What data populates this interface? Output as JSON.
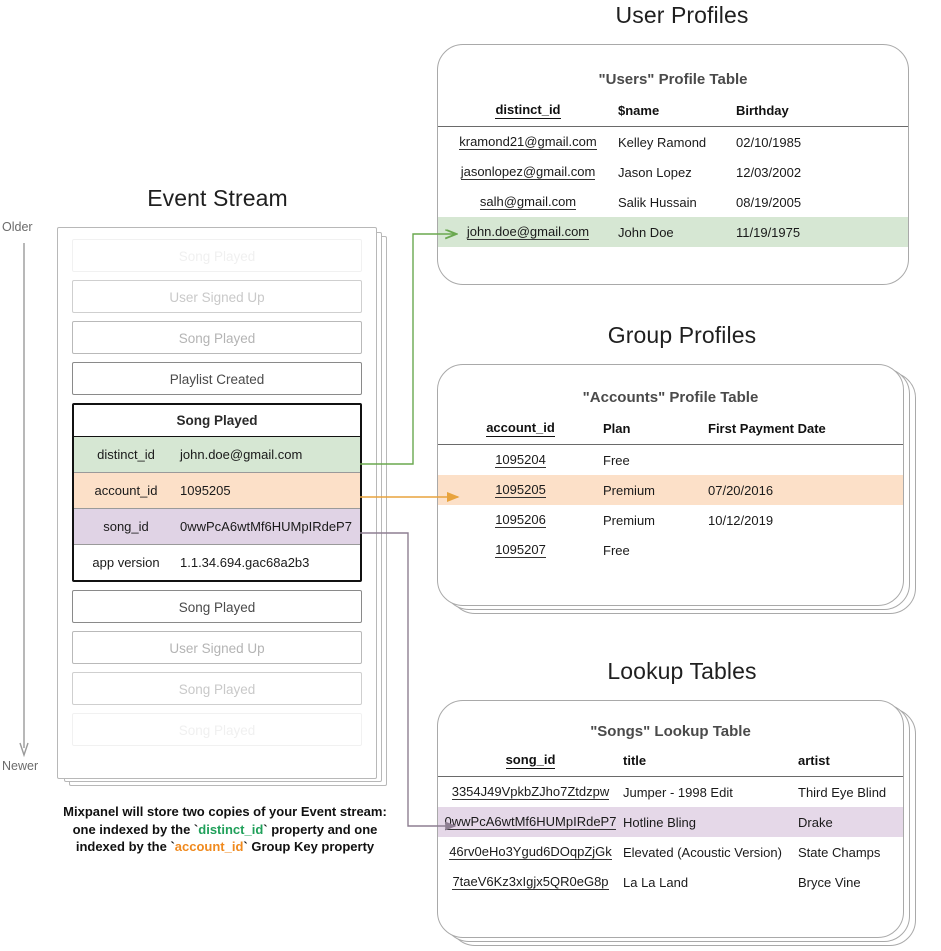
{
  "sections": {
    "event_stream": {
      "title": "Event Stream",
      "older_label": "Older",
      "newer_label": "Newer",
      "caption_line1": "Mixpanel will store two copies of your Event stream:",
      "caption_line2_a": "one indexed by the `",
      "caption_line2_token": "distinct_id",
      "caption_line2_b": "` property and one",
      "caption_line3_a": "indexed by the `",
      "caption_line3_token": "account_id",
      "caption_line3_b": "` Group Key property",
      "events_above": [
        {
          "label": "Song Played",
          "fade": "ev-faint-1"
        },
        {
          "label": "User Signed Up",
          "fade": "ev-faint-2"
        },
        {
          "label": "Song Played",
          "fade": "ev-faint-3"
        },
        {
          "label": "Playlist Created",
          "fade": "ev-normal"
        }
      ],
      "expanded_event": {
        "name": "Song Played",
        "properties": [
          {
            "key": "distinct_id",
            "value": "john.doe@gmail.com",
            "highlight": "row-green"
          },
          {
            "key": "account_id",
            "value": "1095205",
            "highlight": "row-orange"
          },
          {
            "key": "song_id",
            "value": "0wwPcA6wtMf6HUMpIRdeP7",
            "highlight": "row-purple"
          },
          {
            "key": "app version",
            "value": "1.1.34.694.gac68a2b3",
            "highlight": "row-plain"
          }
        ]
      },
      "events_below": [
        {
          "label": "Song Played",
          "fade": "ev-normal"
        },
        {
          "label": "User Signed Up",
          "fade": "ev-faint-3"
        },
        {
          "label": "Song Played",
          "fade": "ev-faint-2"
        },
        {
          "label": "Song Played",
          "fade": "ev-faint-1"
        }
      ]
    },
    "user_profiles": {
      "title": "User Profiles",
      "table_title": "\"Users\" Profile Table",
      "columns": [
        "distinct_id",
        "$name",
        "Birthday"
      ],
      "rows": [
        {
          "cells": [
            "kramond21@gmail.com",
            "Kelley Ramond",
            "02/10/1985"
          ],
          "highlight": ""
        },
        {
          "cells": [
            "jasonlopez@gmail.com",
            "Jason Lopez",
            "12/03/2002"
          ],
          "highlight": ""
        },
        {
          "cells": [
            "salh@gmail.com",
            "Salik Hussain",
            "08/19/2005"
          ],
          "highlight": ""
        },
        {
          "cells": [
            "john.doe@gmail.com",
            "John Doe",
            "11/19/1975"
          ],
          "highlight": "hl-green"
        }
      ]
    },
    "group_profiles": {
      "title": "Group Profiles",
      "table_title": "\"Accounts\" Profile Table",
      "columns": [
        "account_id",
        "Plan",
        "First Payment Date"
      ],
      "rows": [
        {
          "cells": [
            "1095204",
            "Free",
            ""
          ],
          "highlight": ""
        },
        {
          "cells": [
            "1095205",
            "Premium",
            "07/20/2016"
          ],
          "highlight": "hl-orange"
        },
        {
          "cells": [
            "1095206",
            "Premium",
            "10/12/2019"
          ],
          "highlight": ""
        },
        {
          "cells": [
            "1095207",
            "Free",
            ""
          ],
          "highlight": ""
        }
      ]
    },
    "lookup_tables": {
      "title": "Lookup Tables",
      "table_title": "\"Songs\" Lookup Table",
      "columns": [
        "song_id",
        "title",
        "artist"
      ],
      "rows": [
        {
          "cells": [
            "3354J49VpkbZJho7Ztdzpw",
            "Jumper - 1998 Edit",
            "Third Eye Blind"
          ],
          "highlight": ""
        },
        {
          "cells": [
            "0wwPcA6wtMf6HUMpIRdeP7",
            "Hotline Bling",
            "Drake"
          ],
          "highlight": "hl-purple"
        },
        {
          "cells": [
            "46rv0eHo3Ygud6DOqpZjGk",
            "Elevated (Acoustic Version)",
            "State Champs"
          ],
          "highlight": ""
        },
        {
          "cells": [
            "7taeV6Kz3xIgjx5QR0eG8p",
            "La La Land",
            "Bryce Vine"
          ],
          "highlight": ""
        }
      ]
    }
  },
  "colors": {
    "green_highlight": "#d6e7d3",
    "orange_highlight": "#fce0c8",
    "purple_highlight": "#e5d8e8",
    "green_arrow": "#6aa84f",
    "orange_arrow": "#e8a33d",
    "purple_arrow": "#8e7f92",
    "card_border": "#a9a9a9"
  }
}
